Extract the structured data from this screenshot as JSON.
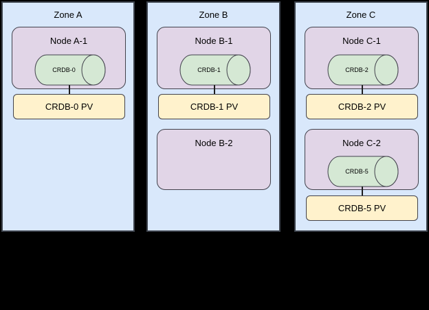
{
  "diagram": {
    "description": "Three-zone CockroachDB deployment diagram with nodes, CRDB pods and persistent volumes",
    "zones": {
      "a": {
        "title": "Zone A",
        "node1_label": "Node A-1",
        "db1_label": "CRDB-0",
        "pv1_label": "CRDB-0 PV"
      },
      "b": {
        "title": "Zone B",
        "node1_label": "Node B-1",
        "db1_label": "CRDB-1",
        "pv1_label": "CRDB-1 PV",
        "node2_label": "Node B-2"
      },
      "c": {
        "title": "Zone C",
        "node1_label": "Node C-1",
        "db1_label": "CRDB-2",
        "pv1_label": "CRDB-2 PV",
        "node2_label": "Node C-2",
        "db2_label": "CRDB-5",
        "pv2_label": "CRDB-5 PV"
      }
    },
    "colors": {
      "background": "#000000",
      "zone_fill": "#d9e8fb",
      "node_fill": "#e1d5e7",
      "db_fill": "#d5e8d4",
      "pv_fill": "#fff2cc",
      "border": "#41414b",
      "connector": "#1d1d1d"
    }
  }
}
